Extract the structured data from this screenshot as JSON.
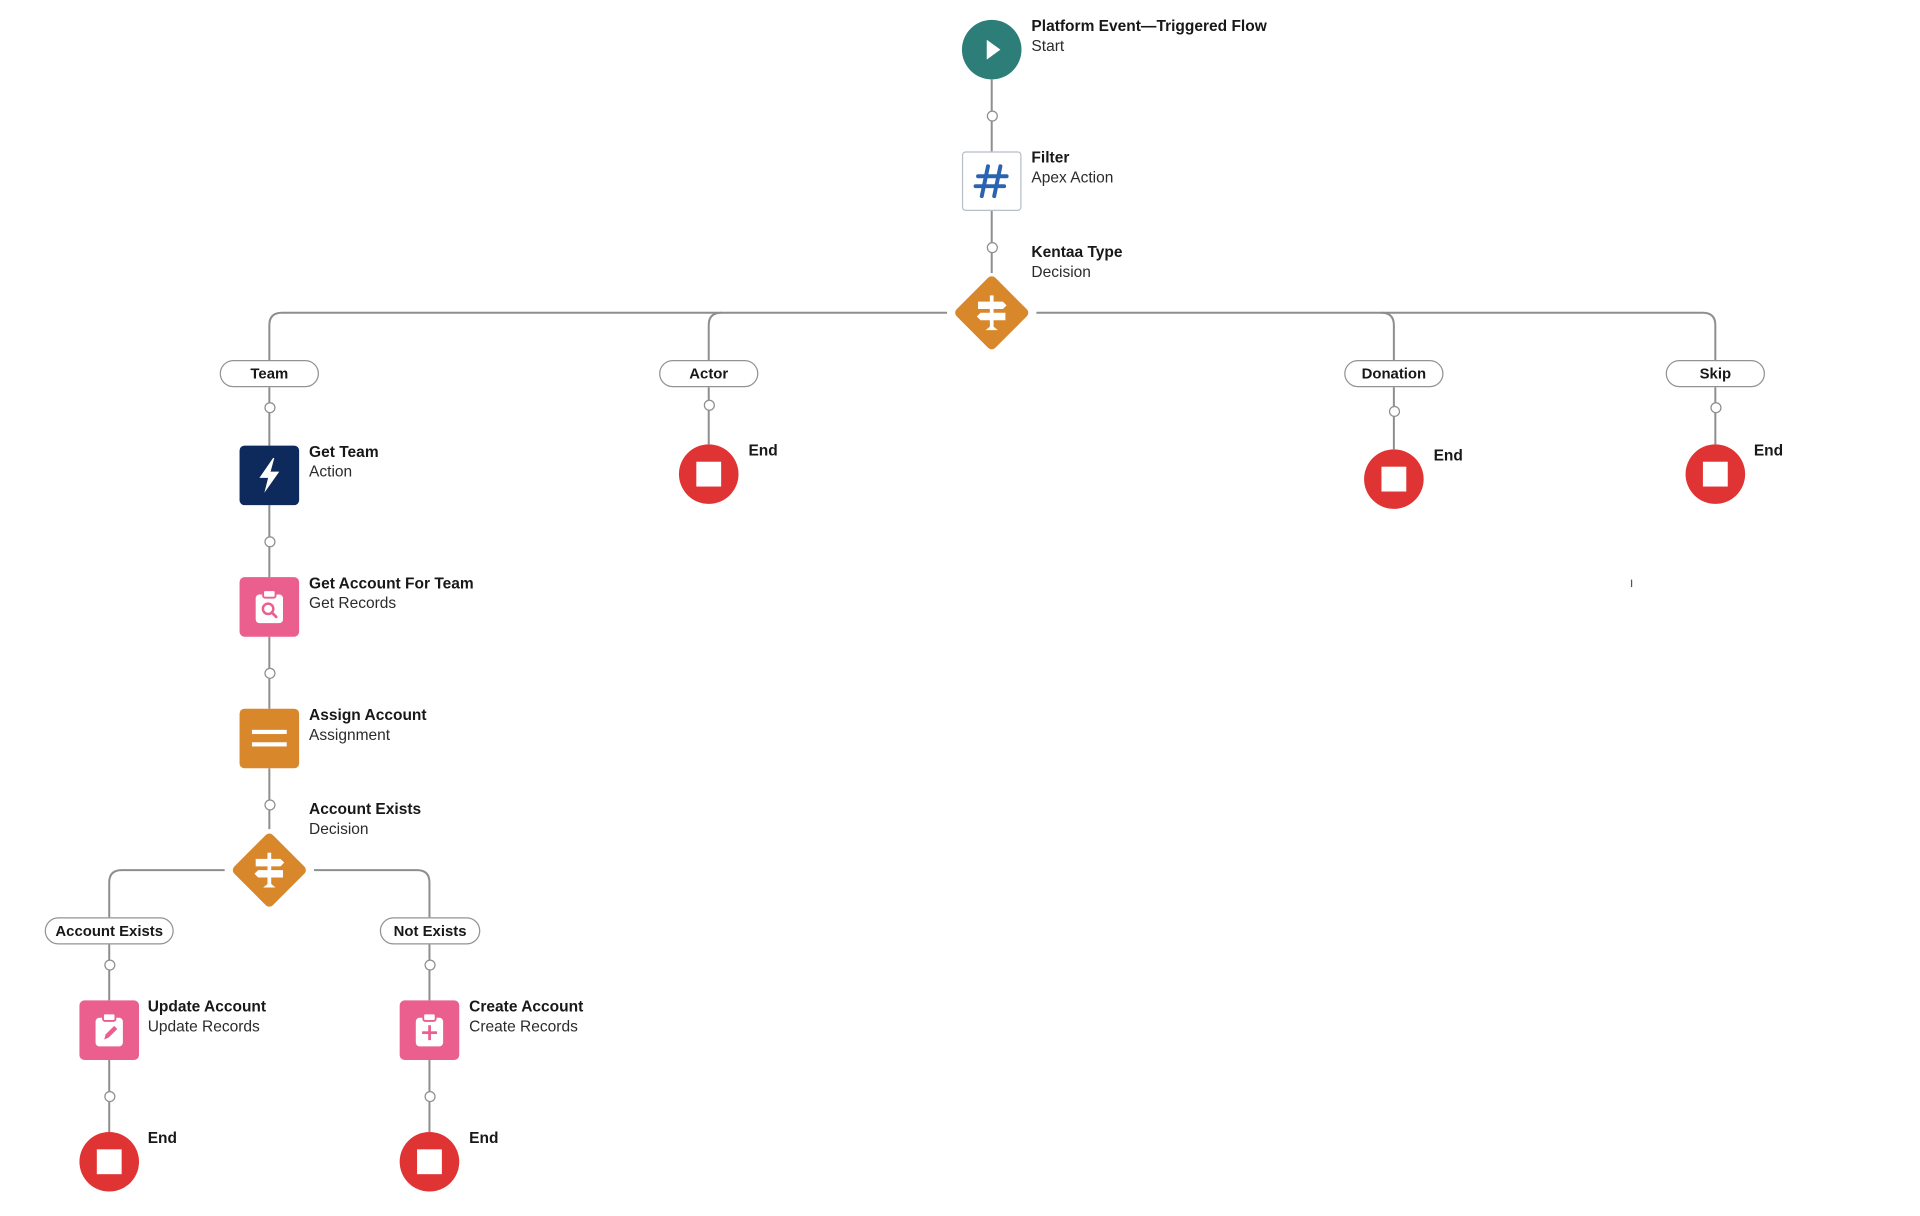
{
  "flow": {
    "start": {
      "title": "Platform Event—Triggered Flow",
      "subtitle": "Start"
    },
    "filter": {
      "title": "Filter",
      "subtitle": "Apex Action"
    },
    "kentaa_type": {
      "title": "Kentaa Type",
      "subtitle": "Decision"
    },
    "outcomes": {
      "team": "Team",
      "actor": "Actor",
      "donation": "Donation",
      "skip": "Skip"
    },
    "get_team": {
      "title": "Get Team",
      "subtitle": "Action"
    },
    "get_account_for_team": {
      "title": "Get Account For Team",
      "subtitle": "Get Records"
    },
    "assign_account": {
      "title": "Assign Account",
      "subtitle": "Assignment"
    },
    "account_exists_decision": {
      "title": "Account Exists",
      "subtitle": "Decision"
    },
    "branch_outcomes": {
      "account_exists": "Account Exists",
      "not_exists": "Not Exists"
    },
    "update_account": {
      "title": "Update Account",
      "subtitle": "Update Records"
    },
    "create_account": {
      "title": "Create Account",
      "subtitle": "Create Records"
    },
    "end_label": "End"
  },
  "colors": {
    "start": "#2d7d79",
    "action": "#0e2a5c",
    "records": "#ea5f8d",
    "decision": "#d8872a",
    "end": "#e03333",
    "connector": "#8e8e8e"
  },
  "icons": {
    "start": "play-icon",
    "filter": "hashtag-icon",
    "decision": "signpost-icon",
    "get_team": "lightning-bolt-icon",
    "get_records": "clipboard-search-icon",
    "assignment": "equals-icon",
    "update_records": "clipboard-edit-icon",
    "create_records": "clipboard-add-icon",
    "end": "stop-icon"
  }
}
